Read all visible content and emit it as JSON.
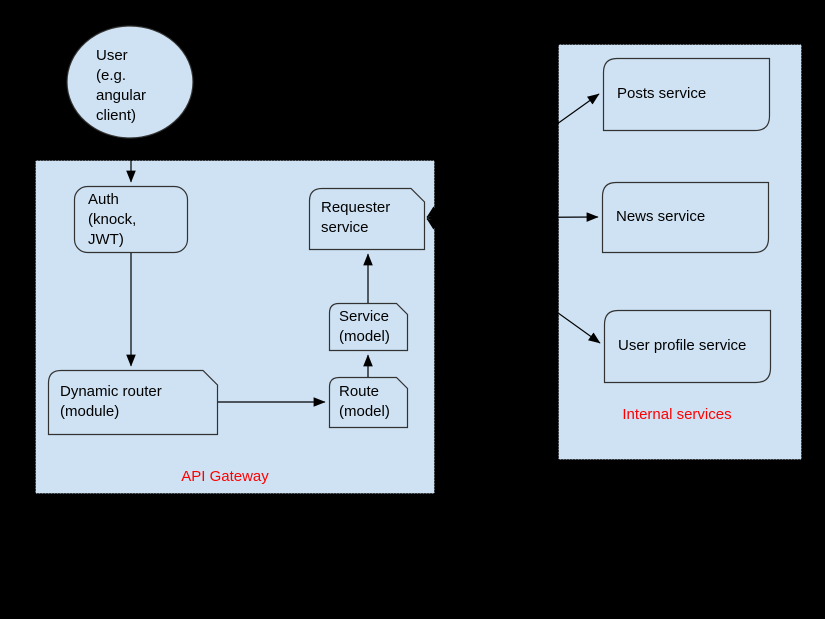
{
  "colors": {
    "canvas_background": "#000000",
    "container_fill": "#cfe2f3",
    "node_fill": "#cfe2f3",
    "node_stroke": "#323232",
    "edge_color": "#000000",
    "zone_label_color": "#ff0000",
    "text_color": "#000000"
  },
  "nodes": {
    "user": {
      "label": "User\n(e.g.\nangular\nclient)",
      "shape": "ellipse"
    },
    "auth": {
      "label": "Auth\n(knock,\nJWT)",
      "shape": "rounded-rectangle"
    },
    "requester": {
      "label": "Requester\nservice",
      "shape": "round-tl-snip-tr-rectangle"
    },
    "service_model": {
      "label": "Service\n(model)",
      "shape": "round-tl-snip-tr-rectangle"
    },
    "route_model": {
      "label": "Route\n(model)",
      "shape": "round-tl-snip-tr-rectangle"
    },
    "dynamic_router": {
      "label": "Dynamic router\n(module)",
      "shape": "round-tl-snip-tr-rectangle"
    },
    "posts": {
      "label": "Posts service",
      "shape": "diagonal-rounded-rectangle"
    },
    "news": {
      "label": "News service",
      "shape": "diagonal-rounded-rectangle"
    },
    "user_profile": {
      "label": "User profile service",
      "shape": "diagonal-rounded-rectangle"
    }
  },
  "containers": {
    "api_gateway": {
      "label": "API Gateway"
    },
    "internal_services": {
      "label": "Internal services"
    }
  },
  "edges": [
    {
      "from": "user",
      "to": "auth",
      "type": "arrow"
    },
    {
      "from": "auth",
      "to": "dynamic_router",
      "type": "arrow"
    },
    {
      "from": "dynamic_router",
      "to": "route_model",
      "type": "arrow"
    },
    {
      "from": "route_model",
      "to": "service_model",
      "type": "arrow"
    },
    {
      "from": "service_model",
      "to": "requester",
      "type": "arrow"
    },
    {
      "from": "requester",
      "to": "posts",
      "type": "double-arrow"
    },
    {
      "from": "requester",
      "to": "news",
      "type": "double-arrow"
    },
    {
      "from": "requester",
      "to": "user_profile",
      "type": "double-arrow"
    }
  ]
}
